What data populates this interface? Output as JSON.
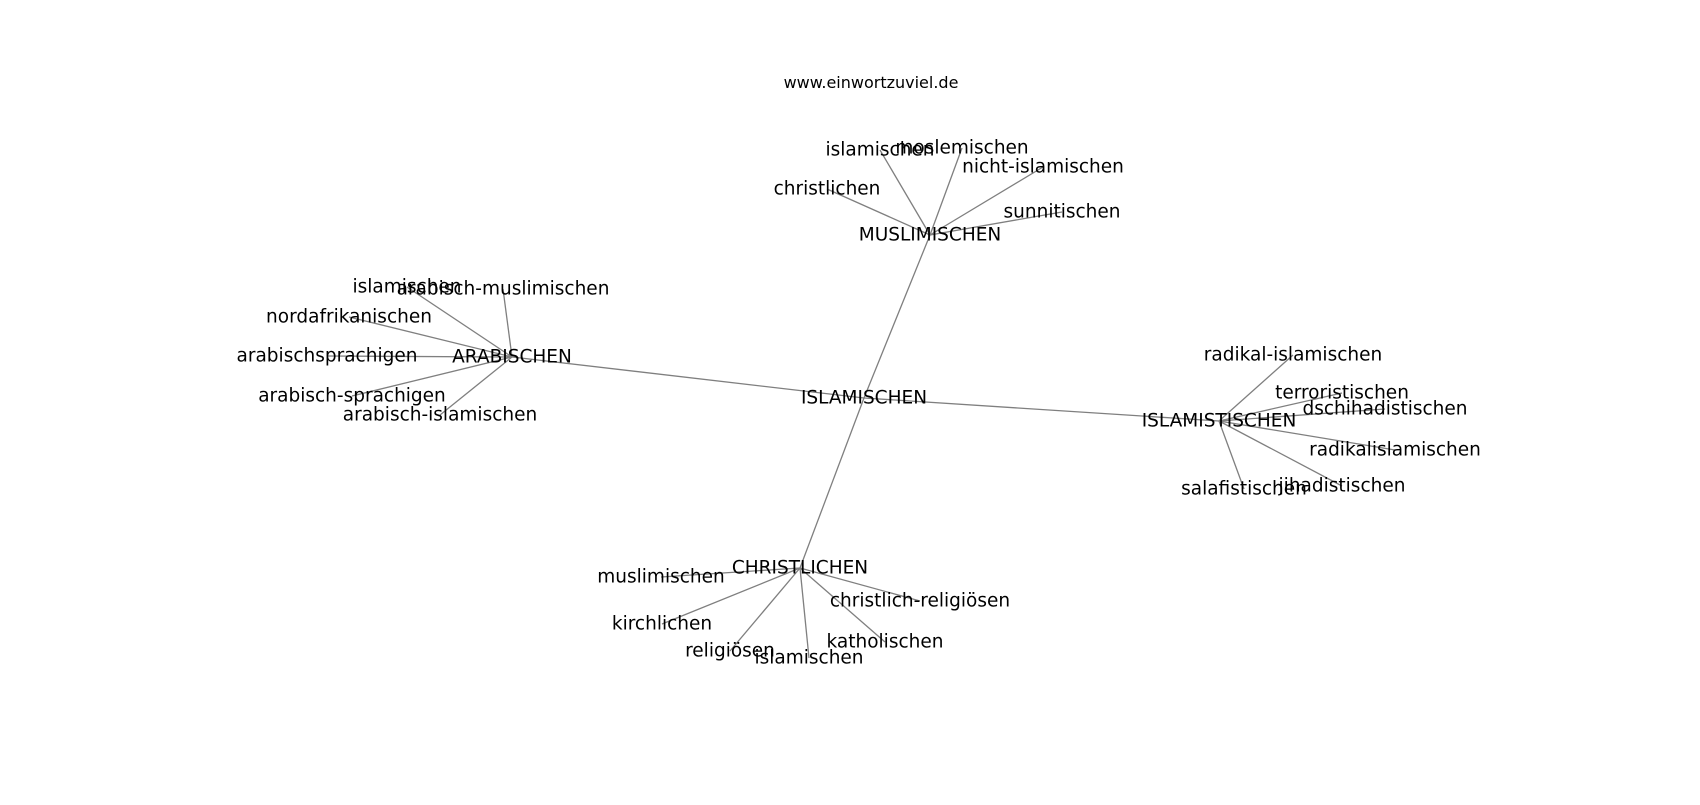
{
  "header": {
    "site": "www.einwortzuviel.de"
  },
  "graph": {
    "center": "ISLAMISCHEN",
    "hubs": [
      {
        "id": "muslimischen",
        "label": "MUSLIMISCHEN",
        "leaves": [
          "christlichen",
          "islamischen",
          "moslemischen",
          "nicht-islamischen",
          "sunnitischen"
        ]
      },
      {
        "id": "arabischen",
        "label": "ARABISCHEN",
        "leaves": [
          "islamischen",
          "arabisch-muslimischen",
          "nordafrikanischen",
          "arabischsprachigen",
          "arabisch-sprachigen",
          "arabisch-islamischen"
        ]
      },
      {
        "id": "islamistischen",
        "label": "ISLAMISTISCHEN",
        "leaves": [
          "radikal-islamischen",
          "terroristischen",
          "dschihadistischen",
          "radikalislamischen",
          "jihadistischen",
          "salafistischen"
        ]
      },
      {
        "id": "christlichen",
        "label": "CHRISTLICHEN",
        "leaves": [
          "muslimischen",
          "kirchlichen",
          "religiösen",
          "islamischen",
          "katholischen",
          "christlich-religiösen"
        ]
      }
    ]
  }
}
